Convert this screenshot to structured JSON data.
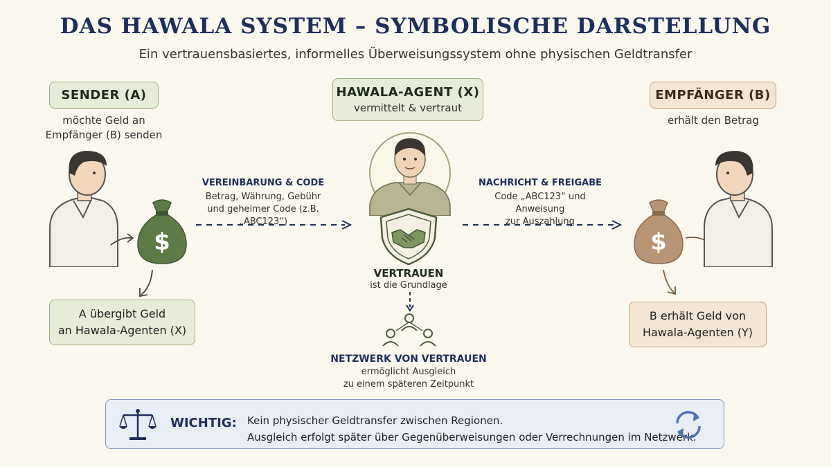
{
  "title": "DAS HAWALA SYSTEM – SYMBOLISCHE DARSTELLUNG",
  "subtitle": "Ein vertrauensbasiertes, informelles Überweisungssystem ohne physischen Geldtransfer",
  "sender": {
    "title": "SENDER (A)",
    "caption_line1": "möchte Geld an",
    "caption_line2": "Empfänger (B) senden",
    "step_line1": "A übergibt Geld",
    "step_line2": "an Hawala-Agenten (X)"
  },
  "agent": {
    "title": "HAWALA-AGENT (X)",
    "subtitle": "vermittelt & vertraut",
    "trust_title": "VERTRAUEN",
    "trust_sub": "ist die Grundlage",
    "network_title": "NETZWERK VON VERTRAUEN",
    "network_line1": "ermöglicht Ausgleich",
    "network_line2": "zu einem späteren Zeitpunkt"
  },
  "receiver": {
    "title": "EMPFÄNGER (B)",
    "caption": "erhält den Betrag",
    "step_line1": "B erhält Geld von",
    "step_line2": "Hawala-Agenten (Y)"
  },
  "flow_left": {
    "title": "VEREINBARUNG & CODE",
    "line1": "Betrag, Währung, Gebühr",
    "line2": "und geheimer Code (z.B. „ABC123“)"
  },
  "flow_right": {
    "title": "NACHRICHT & FREIGABE",
    "line1": "Code „ABC123“ und Anweisung",
    "line2": "zur Auszahlung"
  },
  "important": {
    "label": "WICHTIG:",
    "line1": "Kein physischer Geldtransfer zwischen Regionen.",
    "line2": "Ausgleich erfolgt später über Gegenüberweisungen oder Verrechnungen im Netzwerk."
  },
  "money_symbol": "$",
  "icons": [
    "person-sender-icon",
    "money-bag-green-icon",
    "agent-portrait-icon",
    "handshake-shield-icon",
    "network-people-icon",
    "money-bag-tan-icon",
    "person-receiver-icon",
    "scales-icon",
    "refresh-cycle-icon"
  ],
  "colors": {
    "title": "#1f2f5c",
    "green_box": "#e7ecd8",
    "tan_box": "#f4e6d4",
    "green_bag": "#5e7a45",
    "tan_bag": "#b89472",
    "arrow": "#1f2f5c"
  }
}
